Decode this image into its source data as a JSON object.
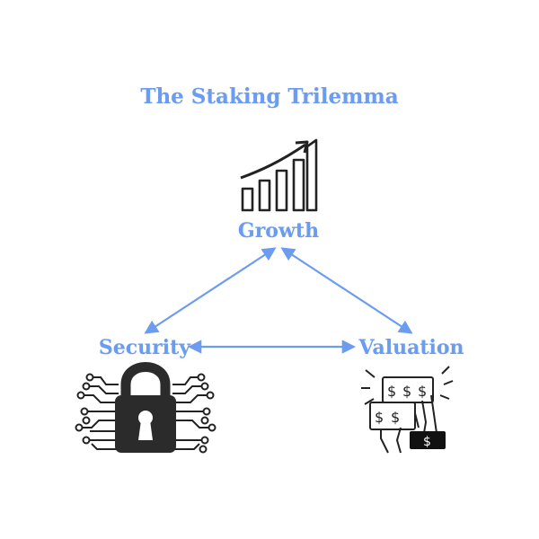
{
  "title": "The Staking Trilemma",
  "nodes": {
    "growth": "Growth",
    "security": "Security",
    "valuation": "Valuation"
  },
  "money_symbol": "$",
  "colors": {
    "accent": "#6b9cf0",
    "icon": "#222222",
    "background": "#ffffff"
  },
  "icons": {
    "growth": "rising-bar-chart-icon",
    "security": "circuit-padlock-icon",
    "valuation": "hands-holding-cash-icon"
  },
  "edges": [
    {
      "from": "growth",
      "to": "security",
      "arrows": "both"
    },
    {
      "from": "growth",
      "to": "valuation",
      "arrows": "both"
    },
    {
      "from": "security",
      "to": "valuation",
      "arrows": "both"
    }
  ]
}
